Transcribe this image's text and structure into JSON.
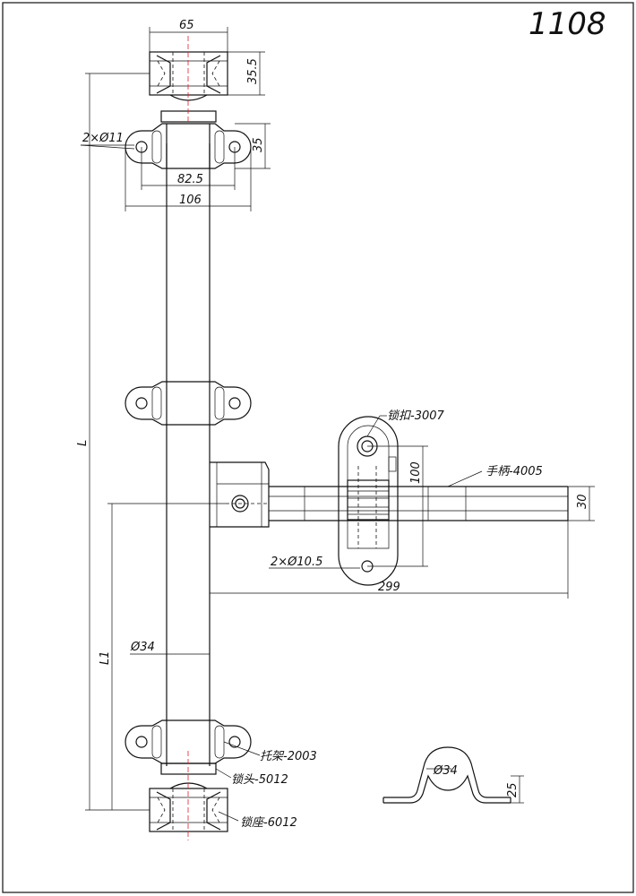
{
  "drawing_number": "1108",
  "dimensions": {
    "lock_seat_width": "65",
    "lock_seat_height": "35.5",
    "mount_holes": "2×Ø11",
    "bracket_height": "35",
    "hole_spacing": "82.5",
    "bracket_width": "106",
    "overall_length": "L",
    "lower_length": "L1",
    "rod_diameter": "Ø34",
    "handle_height": "30",
    "latch_height": "100",
    "latch_holes": "2×Ø10.5",
    "handle_length": "299",
    "detail_diameter": "Ø34",
    "detail_height": "25"
  },
  "parts": {
    "latch": "锁扣-3007",
    "handle": "手柄-4005",
    "bracket": "托架-2003",
    "lock_head": "锁头-5012",
    "lock_seat": "锁座-6012"
  }
}
